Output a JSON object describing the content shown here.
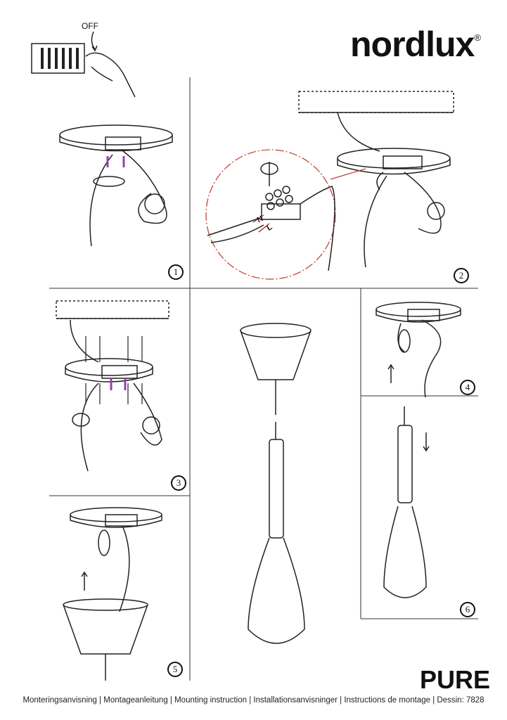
{
  "brand": {
    "name": "nordlux",
    "registered": "®"
  },
  "product_title": "PURE",
  "footer": "Monteringsanvisning | Montageanleitung | Mounting instruction | Installationsanvisninger | Instructions de montage | Dessin: 7828",
  "power_label": "OFF",
  "wire_labels": {
    "neutral": "N",
    "live": "L"
  },
  "steps": [
    "1",
    "2",
    "3",
    "4",
    "5",
    "6"
  ],
  "colors": {
    "accent_wire": "#c0392b",
    "screw_highlight": "#8e44ad"
  }
}
